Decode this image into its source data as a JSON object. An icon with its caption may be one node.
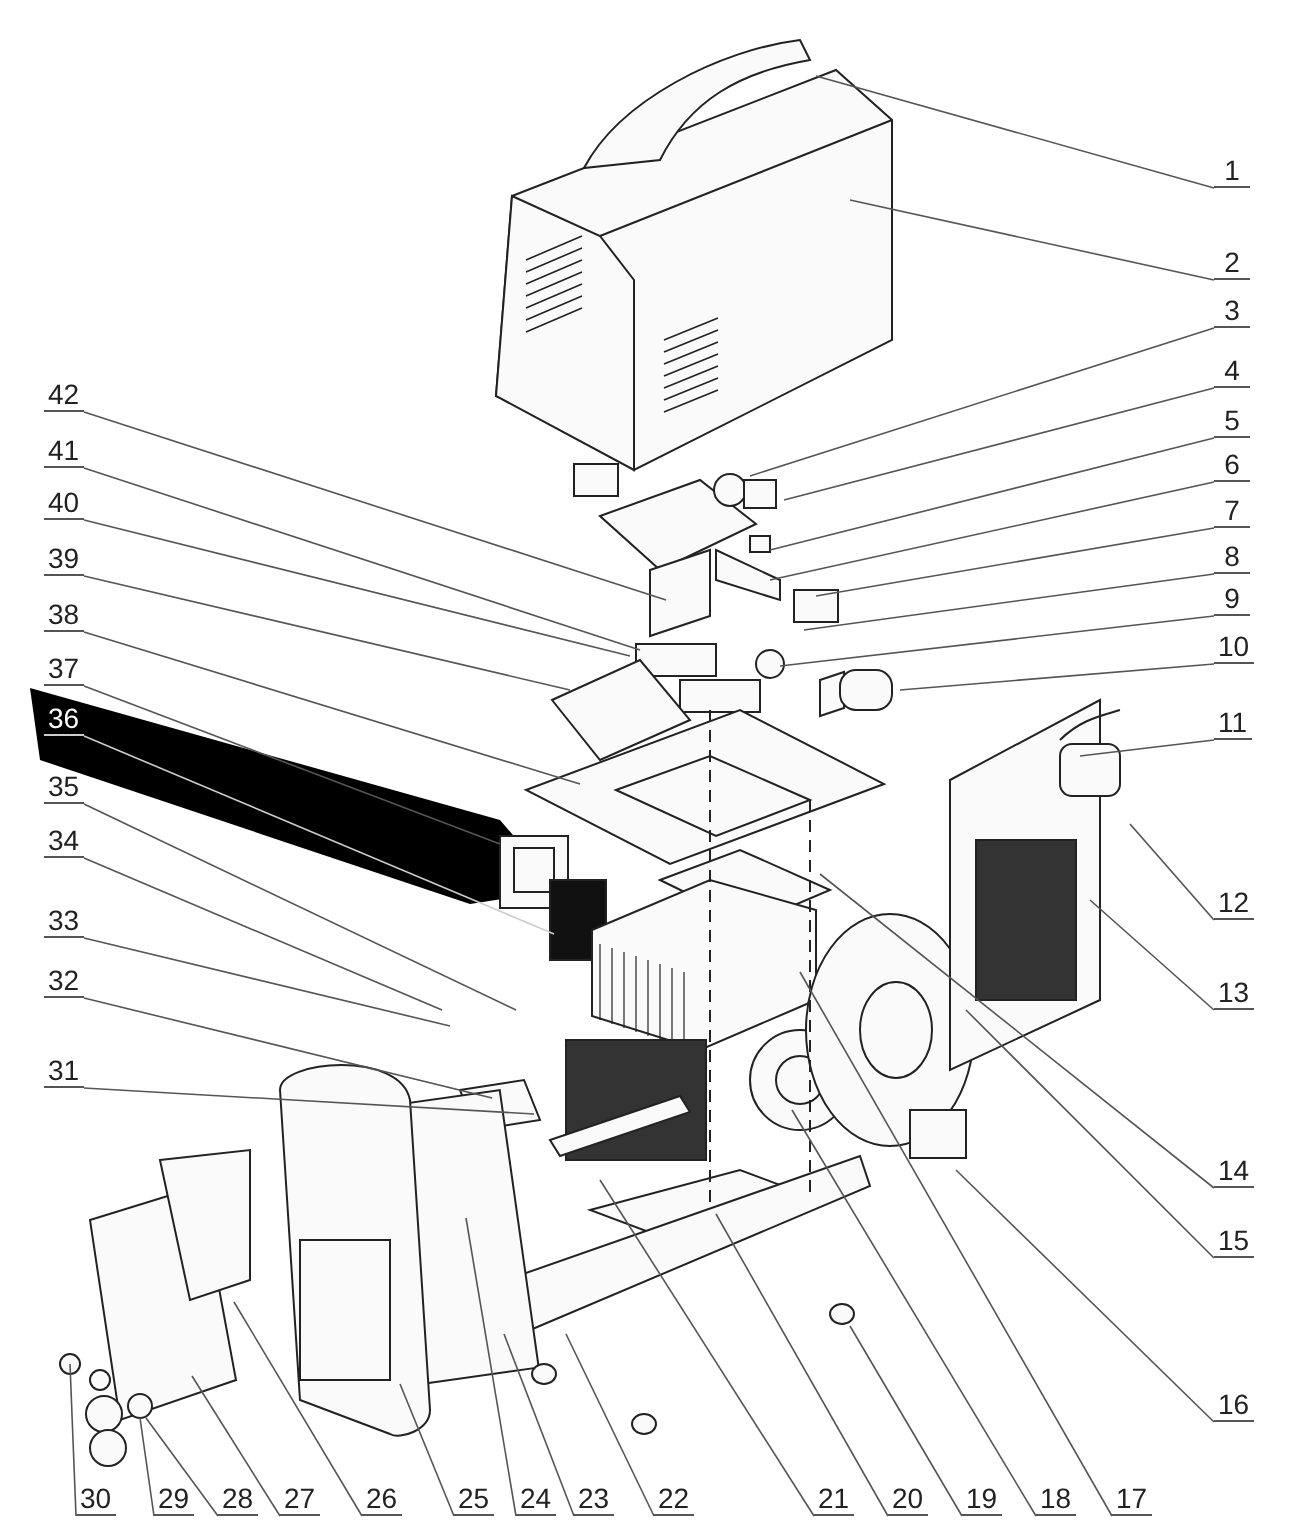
{
  "diagram": {
    "nodes": [
      {
        "text": [
          "1"
        ]
      },
      {
        "text": [
          "2"
        ]
      },
      {
        "text": [
          "3"
        ]
      },
      {
        "text": [
          "4"
        ]
      },
      {
        "text": [
          "5"
        ]
      },
      {
        "text": [
          "6"
        ]
      },
      {
        "text": [
          "7"
        ]
      },
      {
        "text": [
          "8"
        ]
      },
      {
        "text": [
          "9"
        ]
      },
      {
        "text": [
          "10"
        ]
      },
      {
        "text": [
          "11"
        ]
      },
      {
        "text": [
          "12"
        ]
      },
      {
        "text": [
          "13"
        ]
      },
      {
        "text": [
          "14"
        ]
      },
      {
        "text": [
          "15"
        ]
      },
      {
        "text": [
          "16"
        ]
      },
      {
        "text": [
          "17"
        ]
      },
      {
        "text": [
          "18"
        ]
      },
      {
        "text": [
          "19"
        ]
      },
      {
        "text": [
          "20"
        ]
      },
      {
        "text": [
          "21"
        ]
      },
      {
        "text": [
          "22"
        ]
      },
      {
        "text": [
          "23"
        ]
      },
      {
        "text": [
          "24"
        ]
      },
      {
        "text": [
          "25"
        ]
      },
      {
        "text": [
          "26"
        ]
      },
      {
        "text": [
          "27"
        ]
      },
      {
        "text": [
          "28"
        ]
      },
      {
        "text": [
          "29"
        ]
      },
      {
        "text": [
          "30"
        ]
      },
      {
        "text": [
          "31"
        ]
      },
      {
        "text": [
          "32"
        ]
      },
      {
        "text": [
          "33"
        ]
      },
      {
        "text": [
          "34"
        ]
      },
      {
        "text": [
          "35"
        ]
      },
      {
        "text": [
          "36"
        ]
      },
      {
        "text": [
          "37"
        ]
      },
      {
        "text": [
          "38"
        ]
      },
      {
        "text": [
          "39"
        ]
      },
      {
        "text": [
          "40"
        ]
      },
      {
        "text": [
          "41"
        ]
      },
      {
        "text": [
          "42"
        ]
      }
    ],
    "edges": [
      {
        "from": 0,
        "to": null,
        "arrow": "none"
      },
      {
        "from": 1,
        "to": null,
        "arrow": "none"
      },
      {
        "from": 2,
        "to": null,
        "arrow": "none"
      },
      {
        "from": 3,
        "to": null,
        "arrow": "none"
      },
      {
        "from": 4,
        "to": null,
        "arrow": "none"
      },
      {
        "from": 5,
        "to": null,
        "arrow": "none"
      },
      {
        "from": 6,
        "to": null,
        "arrow": "none"
      },
      {
        "from": 7,
        "to": null,
        "arrow": "none"
      },
      {
        "from": 8,
        "to": null,
        "arrow": "none"
      },
      {
        "from": 9,
        "to": null,
        "arrow": "none"
      },
      {
        "from": 10,
        "to": null,
        "arrow": "none"
      },
      {
        "from": 11,
        "to": null,
        "arrow": "none"
      },
      {
        "from": 12,
        "to": null,
        "arrow": "none"
      },
      {
        "from": 13,
        "to": null,
        "arrow": "none"
      },
      {
        "from": 14,
        "to": null,
        "arrow": "none"
      },
      {
        "from": 15,
        "to": null,
        "arrow": "none"
      },
      {
        "from": 16,
        "to": null,
        "arrow": "none"
      },
      {
        "from": 17,
        "to": null,
        "arrow": "none"
      },
      {
        "from": 18,
        "to": null,
        "arrow": "none"
      },
      {
        "from": 19,
        "to": null,
        "arrow": "none"
      },
      {
        "from": 20,
        "to": null,
        "arrow": "none"
      },
      {
        "from": 21,
        "to": null,
        "arrow": "none"
      },
      {
        "from": 22,
        "to": null,
        "arrow": "none"
      },
      {
        "from": 23,
        "to": null,
        "arrow": "none"
      },
      {
        "from": 24,
        "to": null,
        "arrow": "none"
      },
      {
        "from": 25,
        "to": null,
        "arrow": "none"
      },
      {
        "from": 26,
        "to": null,
        "arrow": "none"
      },
      {
        "from": 27,
        "to": null,
        "arrow": "none"
      },
      {
        "from": 28,
        "to": null,
        "arrow": "none"
      },
      {
        "from": 29,
        "to": null,
        "arrow": "none"
      },
      {
        "from": 30,
        "to": null,
        "arrow": "none"
      },
      {
        "from": 31,
        "to": null,
        "arrow": "none"
      },
      {
        "from": 32,
        "to": null,
        "arrow": "none"
      },
      {
        "from": 33,
        "to": null,
        "arrow": "none"
      },
      {
        "from": 34,
        "to": null,
        "arrow": "none"
      },
      {
        "from": 35,
        "to": null,
        "arrow": "none",
        "color": "#cccccc"
      },
      {
        "from": 36,
        "to": null,
        "arrow": "none"
      },
      {
        "from": 37,
        "to": null,
        "arrow": "none"
      },
      {
        "from": 38,
        "to": null,
        "arrow": "none"
      },
      {
        "from": 39,
        "to": null,
        "arrow": "none"
      },
      {
        "from": 40,
        "to": null,
        "arrow": "none"
      },
      {
        "from": 41,
        "to": null,
        "arrow": "none"
      }
    ]
  }
}
